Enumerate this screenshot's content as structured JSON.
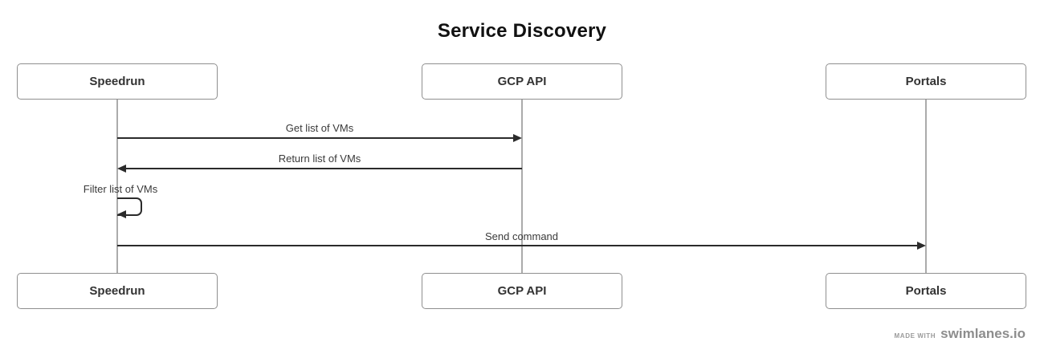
{
  "title": "Service Discovery",
  "actors": [
    {
      "name": "Speedrun"
    },
    {
      "name": "GCP API"
    },
    {
      "name": "Portals"
    }
  ],
  "messages": [
    {
      "label": "Get list of VMs",
      "from": "Speedrun",
      "to": "GCP API",
      "type": "solid-arrow-right"
    },
    {
      "label": "Return list of VMs",
      "from": "GCP API",
      "to": "Speedrun",
      "type": "solid-arrow-left"
    },
    {
      "label": "Filter list of VMs",
      "from": "Speedrun",
      "to": "Speedrun",
      "type": "self-arrow"
    },
    {
      "label": "Send command",
      "from": "Speedrun",
      "to": "Portals",
      "type": "solid-arrow-right"
    }
  ],
  "footer": {
    "made_with": "MADE WITH",
    "brand": "swimlanes.io"
  },
  "colors": {
    "arrow": "#2b2b2b",
    "lifeline": "#ababab",
    "box_border": "#8f8f8f",
    "box_text": "#333333",
    "title_text": "#111111",
    "footer_text": "#8d8d8d"
  }
}
